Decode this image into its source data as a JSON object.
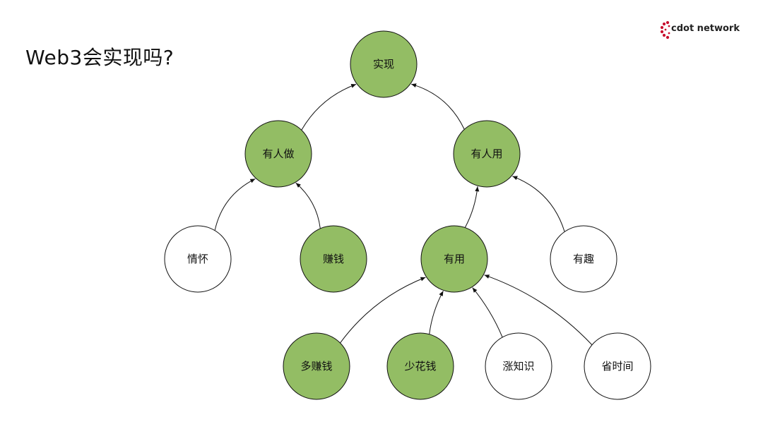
{
  "page": {
    "title": "Web3会实现吗?"
  },
  "brand": {
    "name": "cdot network",
    "color": "#c8102e"
  },
  "diagram": {
    "colors": {
      "green_fill": "#93bd64",
      "white_fill": "#ffffff",
      "stroke": "#111111"
    },
    "nodes": [
      {
        "id": "realize",
        "label": "实现",
        "filled": true
      },
      {
        "id": "doers",
        "label": "有人做",
        "filled": true
      },
      {
        "id": "users",
        "label": "有人用",
        "filled": true
      },
      {
        "id": "feelings",
        "label": "情怀",
        "filled": false
      },
      {
        "id": "earn",
        "label": "赚钱",
        "filled": true
      },
      {
        "id": "useful",
        "label": "有用",
        "filled": true
      },
      {
        "id": "fun",
        "label": "有趣",
        "filled": false
      },
      {
        "id": "earn_more",
        "label": "多赚钱",
        "filled": true
      },
      {
        "id": "spend_less",
        "label": "少花钱",
        "filled": true
      },
      {
        "id": "knowledge",
        "label": "涨知识",
        "filled": false
      },
      {
        "id": "save_time",
        "label": "省时间",
        "filled": false
      }
    ],
    "edges": [
      {
        "from": "doers",
        "to": "realize"
      },
      {
        "from": "users",
        "to": "realize"
      },
      {
        "from": "feelings",
        "to": "doers"
      },
      {
        "from": "earn",
        "to": "doers"
      },
      {
        "from": "useful",
        "to": "users"
      },
      {
        "from": "fun",
        "to": "users"
      },
      {
        "from": "earn_more",
        "to": "useful"
      },
      {
        "from": "spend_less",
        "to": "useful"
      },
      {
        "from": "knowledge",
        "to": "useful"
      },
      {
        "from": "save_time",
        "to": "useful"
      }
    ]
  }
}
